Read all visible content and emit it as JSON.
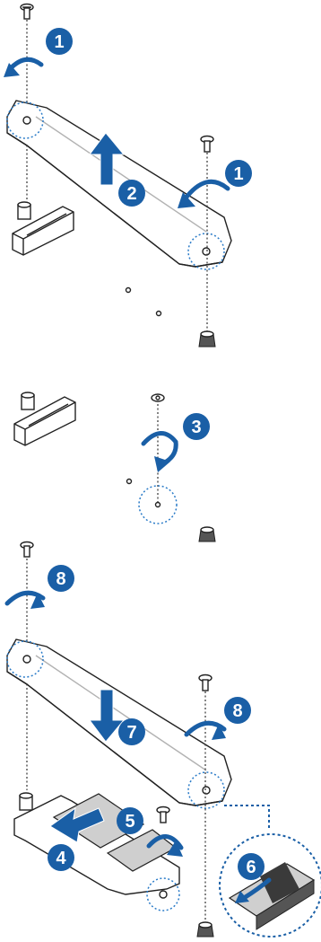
{
  "steps": {
    "s1a": "1",
    "s1b": "1",
    "s2": "2",
    "s3": "3",
    "s4": "4",
    "s5": "5",
    "s6": "6",
    "s7": "7",
    "s8a": "8",
    "s8b": "8"
  },
  "colors": {
    "accent": "#1a5fa6",
    "ring": "#2a7bc8"
  }
}
